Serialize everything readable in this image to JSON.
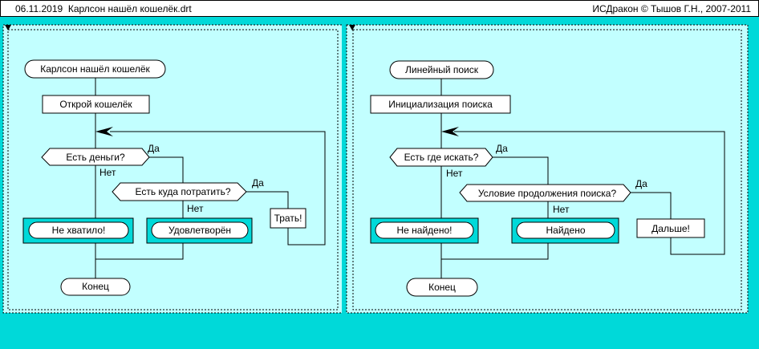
{
  "window": {
    "date": "06.11.2019",
    "file_title": "Карлсон нашёл кошелёк.drt",
    "app_credit": "ИСДракон © Тышов Г.Н., 2007-2011"
  },
  "colors": {
    "background": "#00d9d9",
    "panel": "#c2ffff",
    "node_fill": "#ffffff",
    "line": "#000000"
  },
  "diagram1": {
    "start": "Карлсон нашёл кошелёк",
    "action_open": "Открой кошелёк",
    "q_money": "Есть деньги?",
    "q_money_yes": "Да",
    "q_money_no": "Нет",
    "q_spend": "Есть куда потратить?",
    "q_spend_yes": "Да",
    "q_spend_no": "Нет",
    "action_spend": "Трать!",
    "branch_not_enough": "Не хватило!",
    "branch_satisfied": "Удовлетворён",
    "end": "Конец"
  },
  "diagram2": {
    "start": "Линейный поиск",
    "action_init": "Инициализация поиска",
    "q_where": "Есть где искать?",
    "q_where_yes": "Да",
    "q_where_no": "Нет",
    "q_cond": "Условие продолжения поиска?",
    "q_cond_yes": "Да",
    "q_cond_no": "Нет",
    "action_next": "Дальше!",
    "branch_not_found": "Не найдено!",
    "branch_found": "Найдено",
    "end": "Конец"
  }
}
